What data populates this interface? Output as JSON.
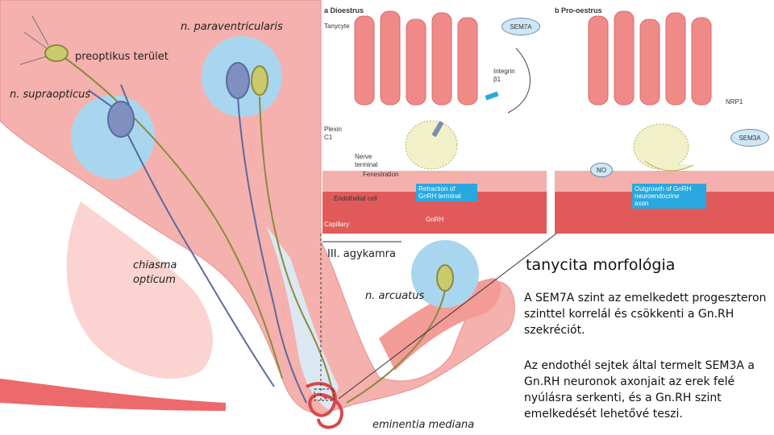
{
  "labels": {
    "paraventricularis": "n. paraventricularis",
    "preoptikus": "preoptikus terület",
    "supraopticus": "n. supraopticus",
    "chiasma": "chiasma",
    "opticum": "opticum",
    "agykamra": "III. agykamra",
    "arcuatus": "n. arcuatus",
    "eminentia": "eminentia mediana"
  },
  "panel_a": {
    "title": "a  Dioestrus",
    "tanycyte": "Tanycyte",
    "sem7a": "SEM7A",
    "integrin": "Integrin",
    "integrin2": "β1",
    "plexin": "Plexin",
    "plexin2": "C1",
    "nerve": "Nerve",
    "nerve2": "terminal",
    "fenestration": "Fenestration",
    "endothelial": "Endothelial cell",
    "retraction": "Retraction of",
    "retraction2": "GnRH terminal",
    "capillary": "Capillary",
    "gnrh": "GnRH"
  },
  "panel_b": {
    "title": "b  Pro-oestrus",
    "nrp1": "NRP1",
    "sem3a": "SEM3A",
    "no": "NO",
    "outgrowth": "Outgrowth of GnRH",
    "outgrowth2": "neuroendocrine",
    "outgrowth3": "axon"
  },
  "text": {
    "heading": "tanycita morfológia",
    "para1": "A SEM7A szint az emelkedett progeszteron szinttel korrelál és csökkenti a Gn.RH szekréciót.",
    "para2": "Az endothél sejtek által termelt SEM3A a Gn.RH neuronok axonjait az erek felé nyúlásra serkenti, és a Gn.RH szint emelkedését lehetővé teszi."
  },
  "colors": {
    "tissue": "#f5b1ad",
    "tissue_light": "#fbd3d0",
    "blue_circle": "#a9d6ef",
    "neuron_yellow": "#c9c96e",
    "neuron_blue": "#7f8fc0",
    "capillary": "#d9474b",
    "accent_blue": "#29a8e0"
  }
}
